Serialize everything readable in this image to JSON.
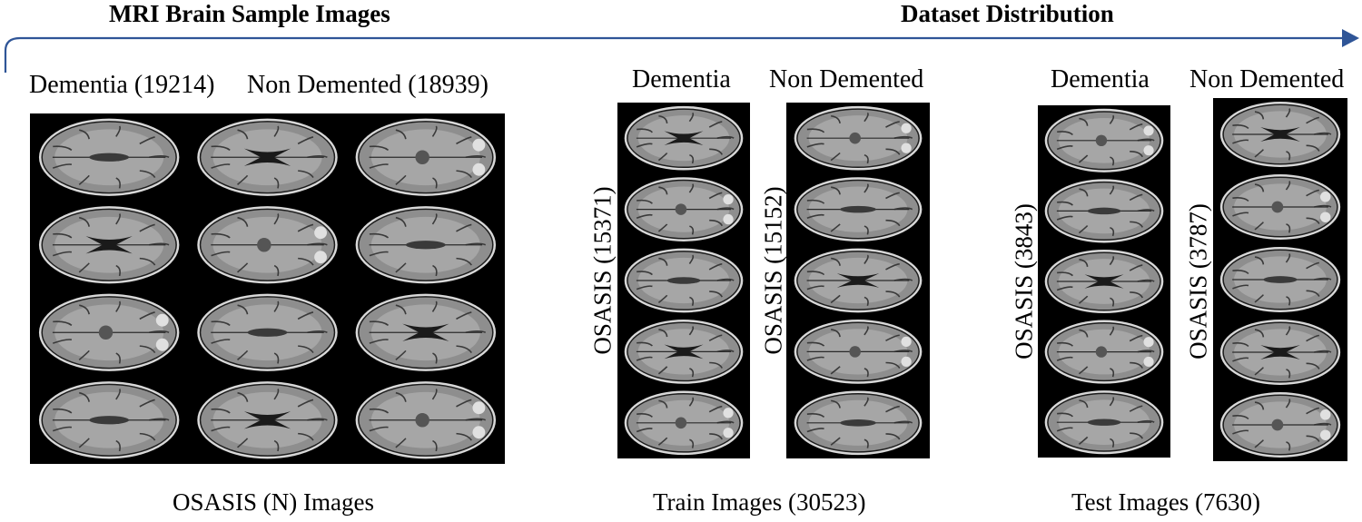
{
  "headings": {
    "left": "MRI Brain Sample Images",
    "right": "Dataset Distribution"
  },
  "samples": {
    "dementia_label": "Dementia (19214)",
    "non_demented_label": "Non Demented (18939)",
    "caption": "OSASIS (N) Images"
  },
  "train": {
    "dementia_label": "Dementia",
    "non_demented_label": "Non Demented",
    "dementia_count": "OSASIS (15371)",
    "non_demented_count": "OSASIS (15152)",
    "caption": "Train Images (30523)"
  },
  "test": {
    "dementia_label": "Dementia",
    "non_demented_label": "Non Demented",
    "dementia_count": "OSASIS (3843)",
    "non_demented_count": "OSASIS (3787)",
    "caption": "Test Images (7630)"
  },
  "colors": {
    "arrow": "#2f5597",
    "panel_bg": "#000000"
  }
}
